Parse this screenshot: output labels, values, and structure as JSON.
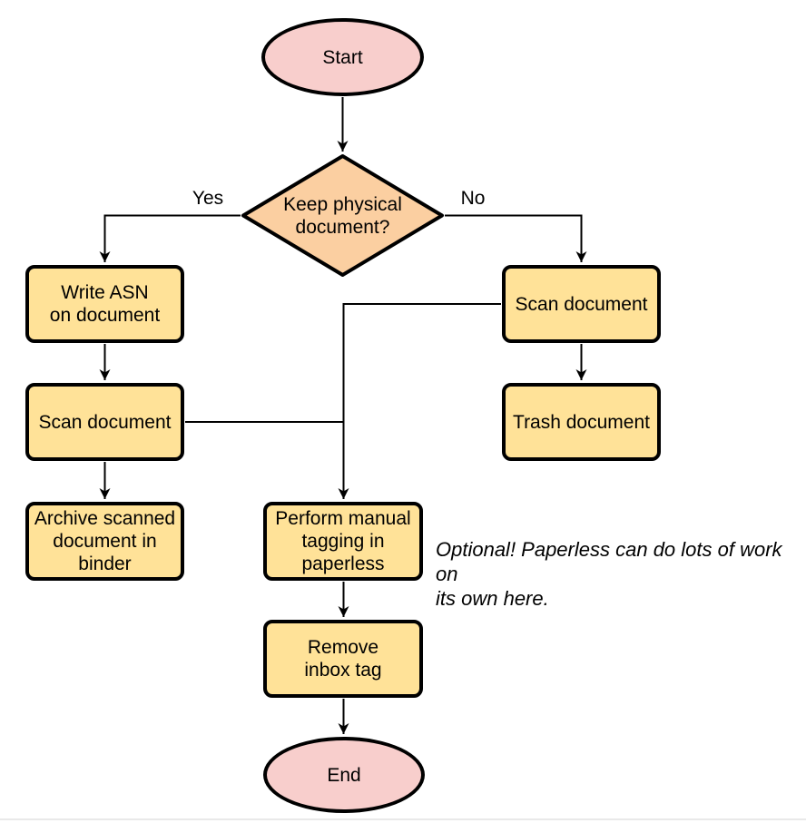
{
  "colors": {
    "terminal_fill": "#f8cecc",
    "decision_fill": "#fbcfa1",
    "process_fill": "#ffe298",
    "stroke": "#000000",
    "text": "#000000"
  },
  "nodes": {
    "start": {
      "label": "Start"
    },
    "decision": {
      "label": "Keep physical\ndocument?"
    },
    "write_asn": {
      "label": "Write ASN\non document"
    },
    "scan_left": {
      "label": "Scan document"
    },
    "archive": {
      "label": "Archive scanned\ndocument in\nbinder"
    },
    "scan_right": {
      "label": "Scan document"
    },
    "trash": {
      "label": "Trash document"
    },
    "tagging": {
      "label": "Perform manual\ntagging in\npaperless"
    },
    "remove_inbox": {
      "label": "Remove\ninbox tag"
    },
    "end": {
      "label": "End"
    }
  },
  "edges": {
    "yes_label": "Yes",
    "no_label": "No"
  },
  "annotation": {
    "text": "Optional! Paperless can do lots of work on\nits own here."
  }
}
